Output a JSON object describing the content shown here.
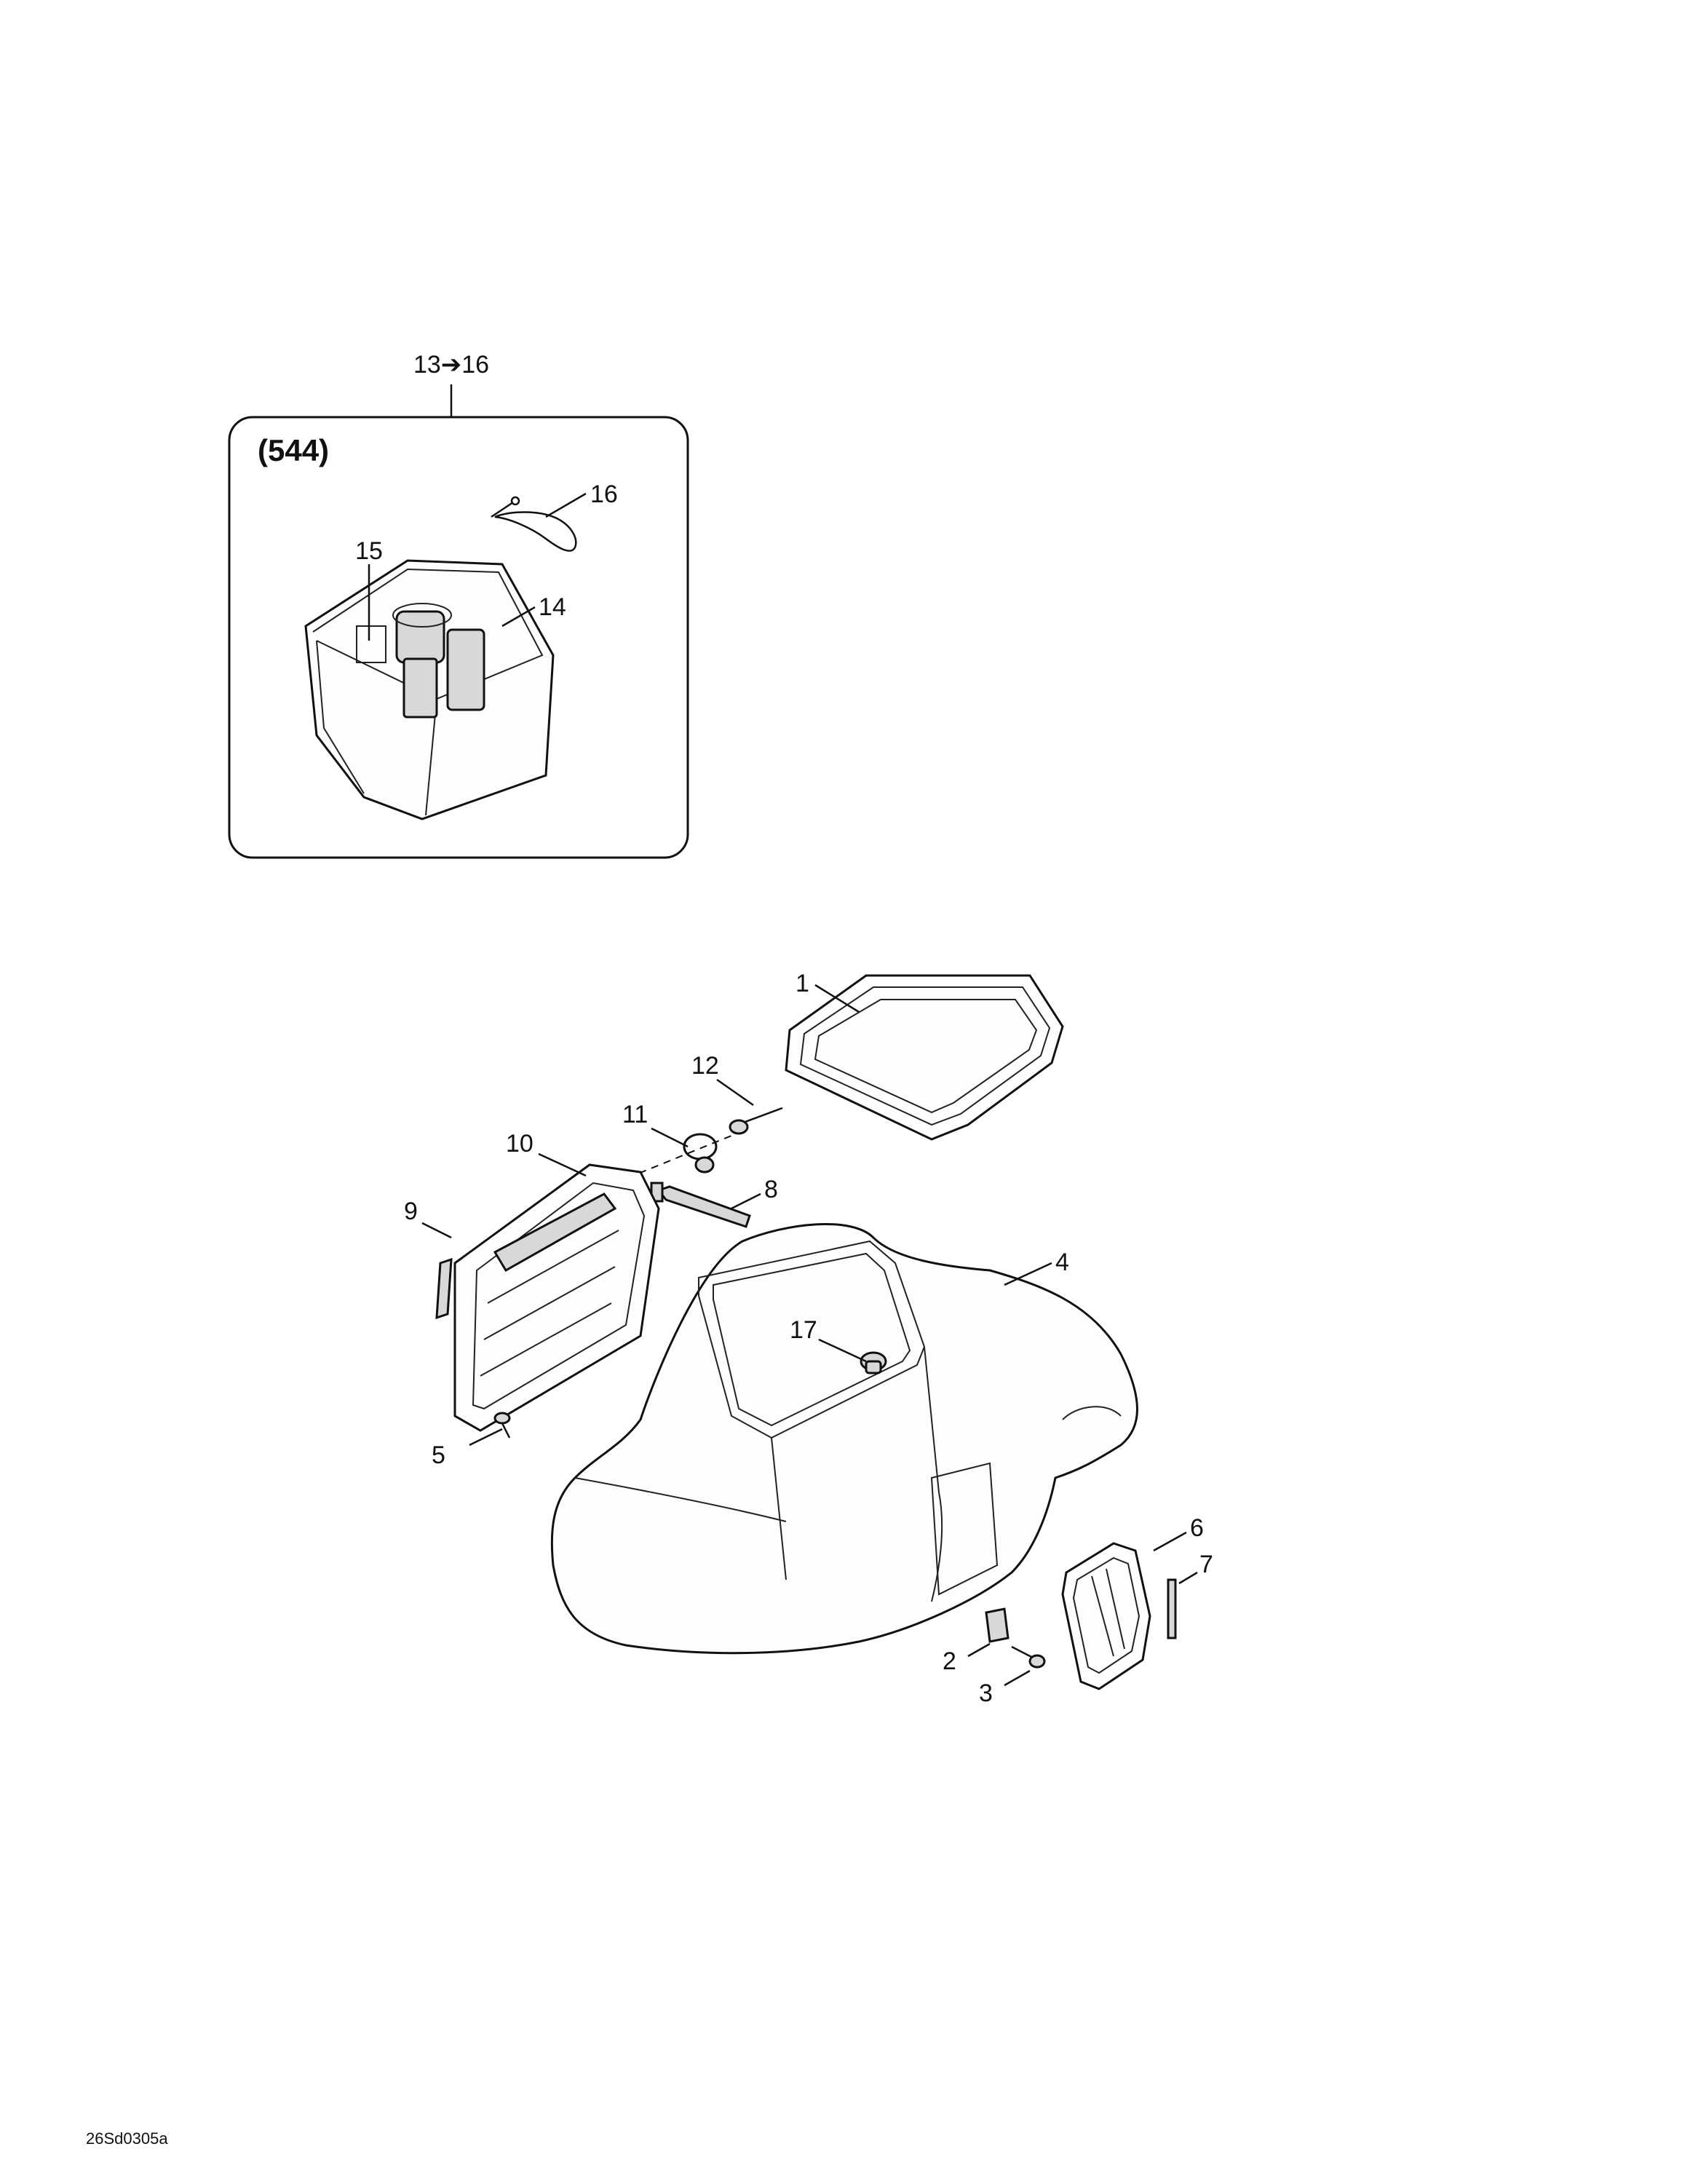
{
  "inset": {
    "group_label": "13➔16",
    "ref_code": "(544)",
    "callouts": [
      "15",
      "16",
      "14"
    ]
  },
  "main": {
    "callouts": [
      "1",
      "12",
      "11",
      "8",
      "10",
      "9",
      "5",
      "4",
      "17",
      "6",
      "7",
      "2",
      "3"
    ]
  },
  "drawing_code": "26Sd0305a"
}
